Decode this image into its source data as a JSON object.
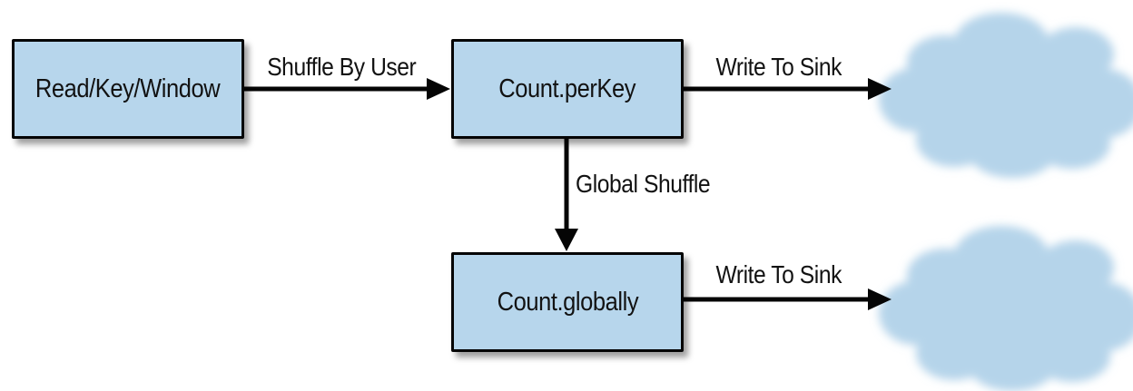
{
  "diagram": {
    "type": "flowchart",
    "nodes": [
      {
        "id": "read-key-window",
        "label": "Read/Key/Window"
      },
      {
        "id": "count-perkey",
        "label": "Count.perKey"
      },
      {
        "id": "count-globally",
        "label": "Count.globally"
      }
    ],
    "edges": [
      {
        "from": "read-key-window",
        "to": "count-perkey",
        "label": "Shuffle By User"
      },
      {
        "from": "count-perkey",
        "to": "sink-top",
        "label": "Write To Sink"
      },
      {
        "from": "count-perkey",
        "to": "count-globally",
        "label": "Global Shuffle"
      },
      {
        "from": "count-globally",
        "to": "sink-bottom",
        "label": "Write To Sink"
      }
    ],
    "sinks": [
      {
        "id": "sink-top",
        "icon": "cloud-icon"
      },
      {
        "id": "sink-bottom",
        "icon": "cloud-icon"
      }
    ],
    "colors": {
      "node_fill": "#b7d6ec",
      "node_border": "#050505",
      "cloud_fill": "#b5d4ea",
      "arrow": "#050505",
      "background": "#ffffff"
    }
  }
}
